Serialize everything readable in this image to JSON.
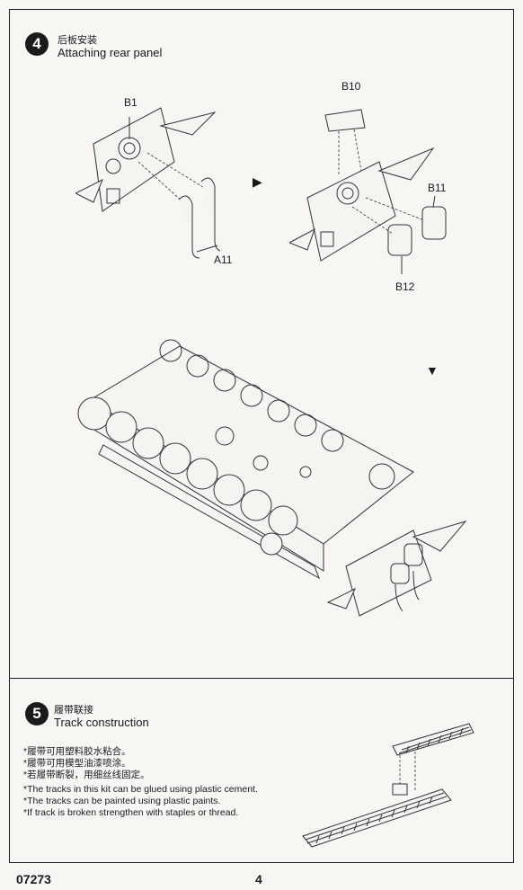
{
  "step4": {
    "number": "4",
    "title_zh": "后板安装",
    "title_en": "Attaching rear panel",
    "labels": {
      "b1": "B1",
      "a11": "A11",
      "b10": "B10",
      "b11": "B11",
      "b12": "B12"
    }
  },
  "step5": {
    "number": "5",
    "title_zh": "履带联接",
    "title_en": "Track construction",
    "notes": [
      "*履带可用塑料胶水粘合。",
      "*履带可用模型油漆喷涂。",
      "*若履带断裂，用细丝线固定。",
      "*The tracks in this kit can be glued using plastic cement.",
      "*The tracks can be painted using plastic paints.",
      "*If track is broken strengthen with staples or thread."
    ]
  },
  "footer": {
    "kit_code": "07273",
    "page": "4"
  }
}
